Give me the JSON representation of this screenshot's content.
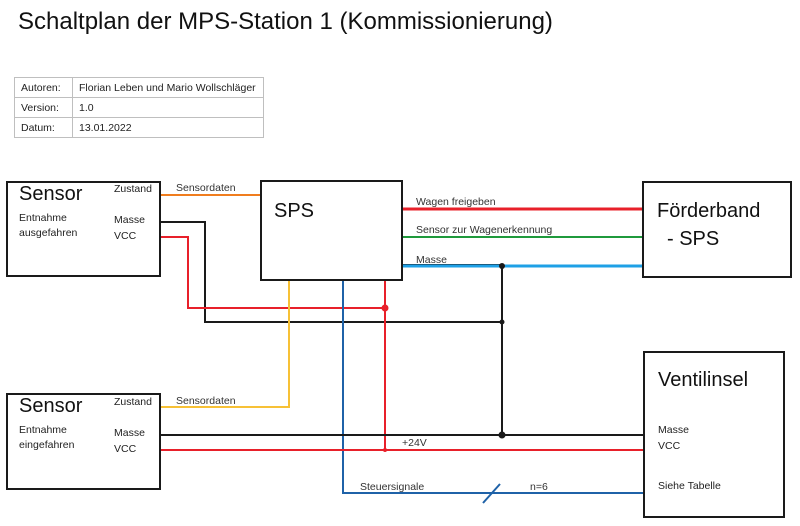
{
  "title": "Schaltplan der MPS-Station 1 (Kommissionierung)",
  "meta_table": [
    {
      "key": "Autoren:",
      "value": "Florian Leben und Mario Wollschläger"
    },
    {
      "key": "Version:",
      "value": "1.0"
    },
    {
      "key": "Datum:",
      "value": "13.01.2022"
    }
  ],
  "blocks": {
    "sensor_top": {
      "name": "Sensor",
      "desc_line1": "Entnahme",
      "desc_line2": "ausgefahren",
      "pin_state": "Zustand",
      "pin_ground": "Masse",
      "pin_vcc": "VCC"
    },
    "sensor_bottom": {
      "name": "Sensor",
      "desc_line1": "Entnahme",
      "desc_line2": "eingefahren",
      "pin_state": "Zustand",
      "pin_ground": "Masse",
      "pin_vcc": "VCC"
    },
    "sps": {
      "name": "SPS"
    },
    "foerderband": {
      "name_line1": "Förderband",
      "name_line2": "-  SPS"
    },
    "ventilinsel": {
      "name": "Ventilinsel",
      "pin_ground": "Masse",
      "pin_vcc": "VCC",
      "pin_signals": "Siehe Tabelle"
    }
  },
  "wire_labels": {
    "sensordaten_top": "Sensordaten",
    "sensordaten_bottom": "Sensordaten",
    "wagen_freigeben": "Wagen freigeben",
    "sensor_wagenerkennung": "Sensor zur Wagenerkennung",
    "masse": "Masse",
    "plus24v": "+24V",
    "steuersignale": "Steuersignale",
    "bus_width": "n=6"
  },
  "wire_colors": {
    "orange": "#f07d1e",
    "yellow": "#f7c136",
    "red": "#e8202a",
    "green": "#1f9a3c",
    "light_blue": "#1ea0e6",
    "dark_blue": "#1f62a8",
    "black": "#1a1a1a"
  }
}
